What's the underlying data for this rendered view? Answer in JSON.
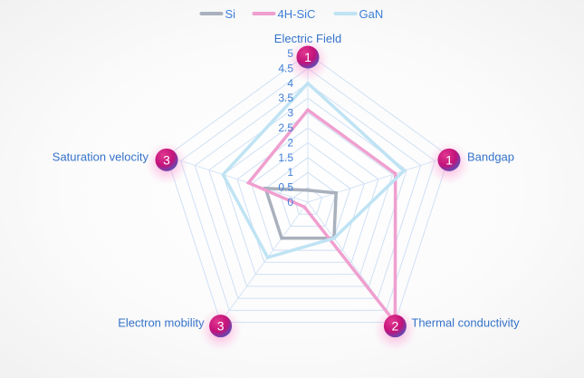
{
  "chart_data": {
    "type": "radar",
    "indicators": [
      "Electric Field",
      "Bandgap",
      "Thermal conductivity",
      "Electron mobility",
      "Saturation velocity"
    ],
    "rlim": [
      0,
      5
    ],
    "ticks": [
      "0",
      "0.5",
      "1",
      "1.5",
      "2",
      "2.5",
      "3",
      "3.5",
      "4",
      "4.5",
      "5"
    ],
    "legend_position": "top-center",
    "series": [
      {
        "name": "Si",
        "color": "#a9b1bd",
        "values": [
          0.4,
          1,
          1.5,
          1.5,
          1.5
        ]
      },
      {
        "name": "4H-SiC",
        "color": "#ef9fcf",
        "values": [
          3.1,
          3.1,
          5,
          0.2,
          2.1
        ]
      },
      {
        "name": "GaN",
        "color": "#bfe3f3",
        "values": [
          4,
          3.4,
          1.5,
          2.3,
          3
        ]
      }
    ],
    "rank_badges": [
      "1",
      "1",
      "2",
      "3",
      "3"
    ],
    "badge_color": "#d4127a"
  }
}
